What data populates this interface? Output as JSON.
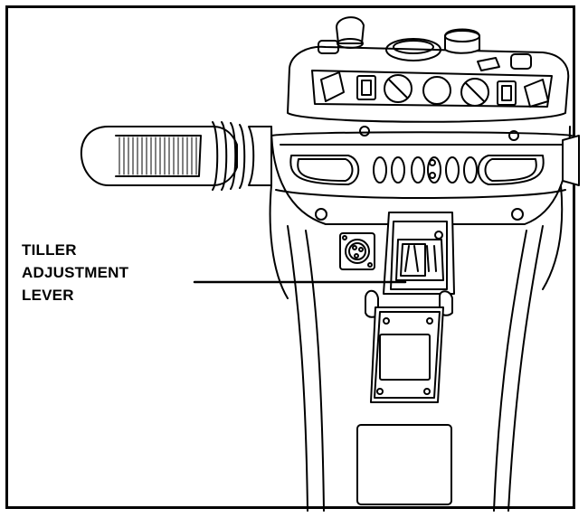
{
  "callout": {
    "lines": [
      "TILLER",
      "ADJUSTMENT",
      "LEVER"
    ]
  }
}
